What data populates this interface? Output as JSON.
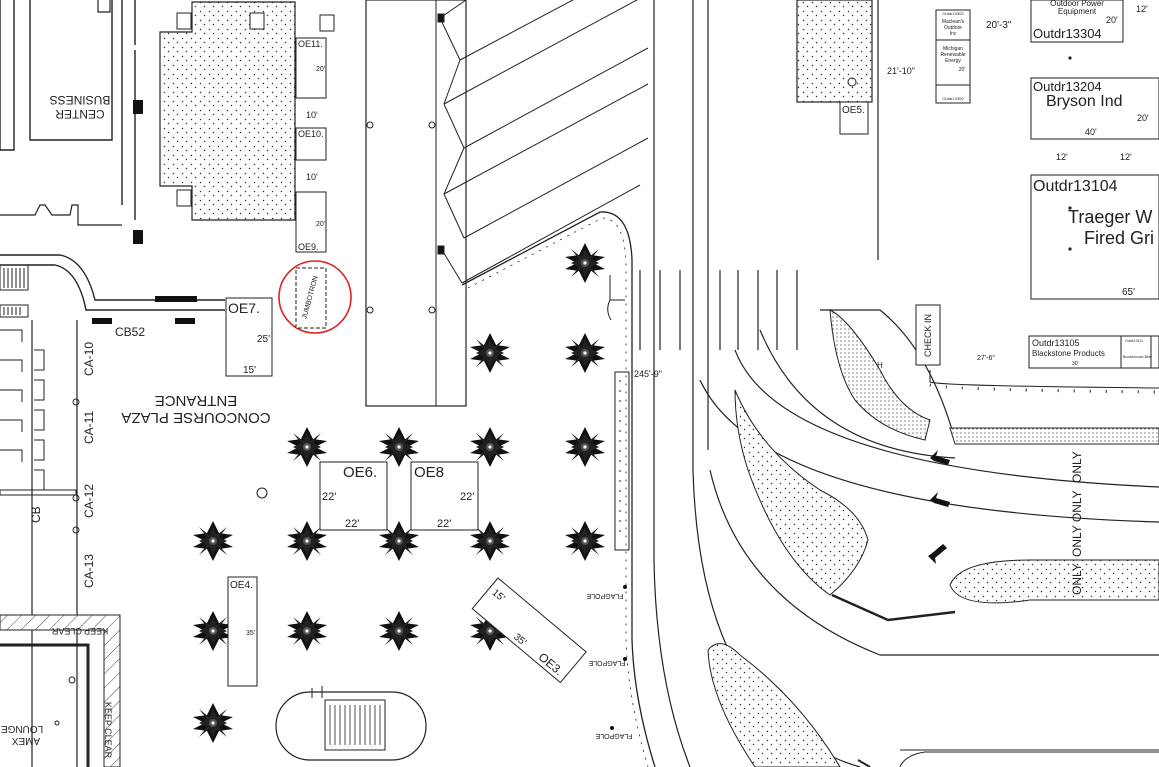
{
  "zones": {
    "business_center": [
      "BUSINESS",
      "CENTER"
    ],
    "concourse_plaza": [
      "CONCOURSE PLAZA",
      "ENTRANCE"
    ],
    "amex_lounge": [
      "AMEX",
      "LOUNGE"
    ],
    "keep_clear_top": "KEEP CLEAR",
    "keep_clear_side": "KEEP CLEAR",
    "jumbotron": "JUMBOTRON",
    "check_in": "CHECK IN"
  },
  "corridor": {
    "cb52": "CB52",
    "cb": "CB",
    "ca10": "CA-10",
    "ca11": "CA-11",
    "ca12": "CA-12",
    "ca13": "CA-13"
  },
  "booths": {
    "oe11": {
      "name": "OE11.",
      "dim": "20'"
    },
    "oe10": {
      "name": "OE10."
    },
    "oe9": {
      "name": "OE9.",
      "dim": "20'"
    },
    "gap_a": "10'",
    "gap_b": "10'",
    "oe7": {
      "name": "OE7.",
      "w": "15'",
      "h": "25'"
    },
    "oe6": {
      "name": "OE6.",
      "w": "22'",
      "h": "22'"
    },
    "oe8": {
      "name": "OE8",
      "w": "22'",
      "h": "22'"
    },
    "oe4": {
      "name": "OE4.",
      "dim": "35'"
    },
    "oe3": {
      "name": "OE3.",
      "w": "15'",
      "h": "35'"
    },
    "oe5": {
      "name": "OE5."
    }
  },
  "flagpoles": [
    "FLAGPOLE",
    "FLAGPOLE",
    "FLAGPOLE"
  ],
  "road": {
    "distance": "245'-9\"",
    "only_1": "ONLY",
    "only_2": "ONLY",
    "only_3": "ONLY ONLY",
    "dist_b": "27'-6\"",
    "h_label": "H"
  },
  "outdoor": {
    "dim_21": "21'-10\"",
    "dim_20_3": "20'-3\"",
    "mini_1": [
      "Outdr13303",
      "Maclean's",
      "Outdoor",
      "Inc"
    ],
    "mini_2": [
      "Michigan",
      "Renewable",
      "Energy",
      "20'"
    ],
    "mini_3": "Outdr13300",
    "power": [
      "Outdoor Power",
      "Equipment",
      "20'"
    ],
    "power_dim": "12'",
    "b13304": "Outdr13304",
    "b13204": {
      "code": "Outdr13204",
      "name": "Bryson Ind",
      "w": "40'",
      "h": "20'"
    },
    "gap_l": "12'",
    "gap_r": "12'",
    "b13104": {
      "code": "Outdr13104",
      "name1": "Traeger W",
      "name2": "Fired Gri",
      "w": "65'"
    },
    "b13105": {
      "code": "Outdr13105",
      "name": "Blackstone Products",
      "dim": "30'"
    },
    "mini_4": "Outdr13111",
    "mini_5": "Brookehouse Beer"
  }
}
